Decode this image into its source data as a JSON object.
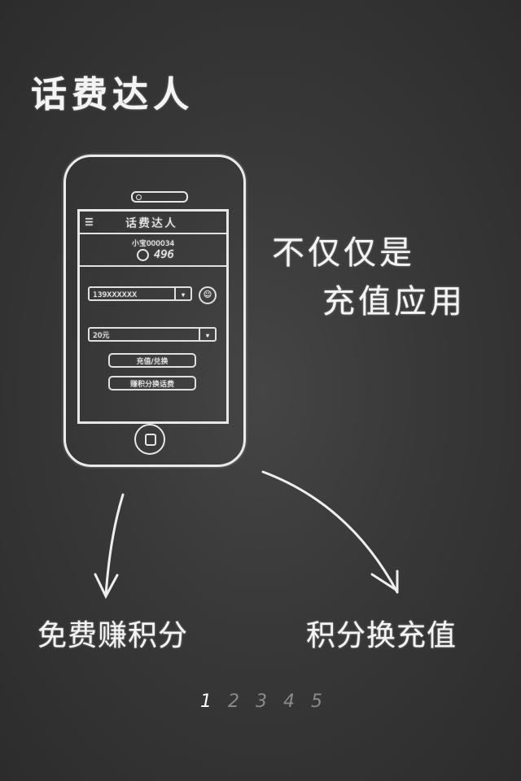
{
  "app": {
    "title": "话费达人"
  },
  "slogan": {
    "line1": "不仅仅是",
    "line2": "充值应用"
  },
  "phone_sketch": {
    "screen_title": "话费达人",
    "menu_icon": "menu-icon",
    "user_name": "小宝000034",
    "points": "496",
    "phone_input_value": "139XXXXXX",
    "amount_value": "20元",
    "dropdown_glyph": "▾",
    "contact_icon": "contact-icon",
    "recharge_button": "充值/兑换",
    "earn_button": "赚积分换话费"
  },
  "captions": {
    "left": "免费赚积分",
    "right": "积分换充值"
  },
  "pager": {
    "pages": [
      "1",
      "2",
      "3",
      "4",
      "5"
    ],
    "active_index": 0
  },
  "colors": {
    "background": "#383838",
    "chalk": "#f4f4f4",
    "pager_inactive": "#8a8a8a"
  }
}
